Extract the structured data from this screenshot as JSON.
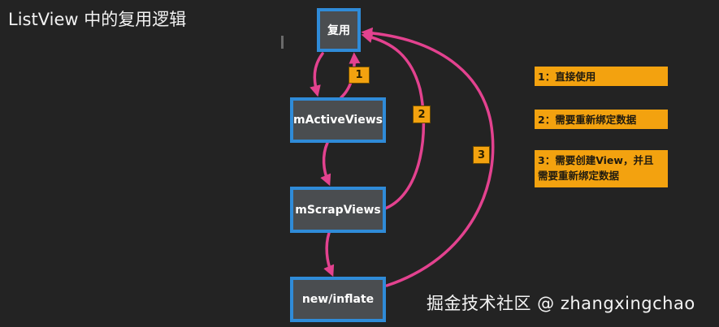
{
  "title": "ListView 中的复用逻辑",
  "nodes": {
    "reuse": "复用",
    "active_views": "mActiveViews",
    "scrap_views": "mScrapViews",
    "new_inflate": "new/inflate"
  },
  "badges": {
    "one": "1",
    "two": "2",
    "three": "3"
  },
  "legend": {
    "item1": "1：直接使用",
    "item2": "2：需要重新绑定数据",
    "item3_line1": "3：需要创建View，并且",
    "item3_line2": "需要重新绑定数据"
  },
  "watermark": "掘金技术社区 @ zhangxingchao",
  "colors": {
    "background": "#232323",
    "node_fill": "#4a4d50",
    "node_border": "#2f8bd8",
    "arrow": "#e3428f",
    "badge": "#f3a20f"
  }
}
